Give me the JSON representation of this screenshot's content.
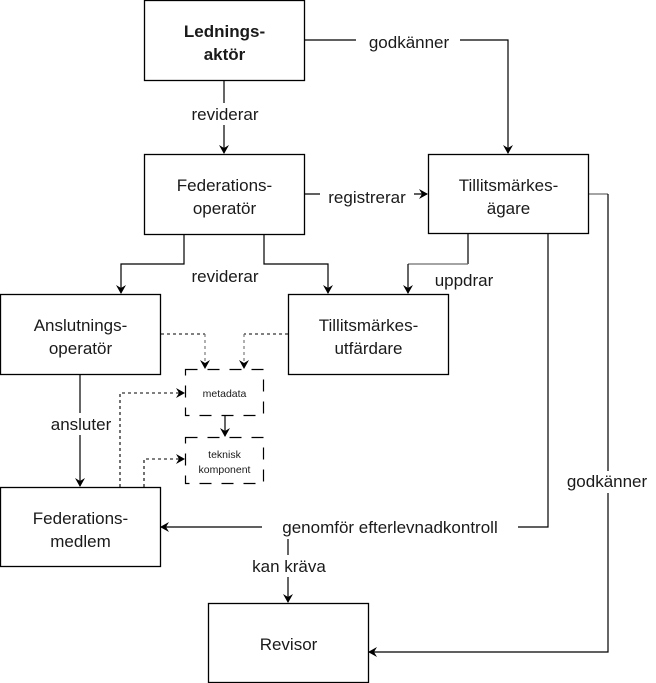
{
  "diagram": {
    "nodes": {
      "ledningsaktor": {
        "lines": [
          "Lednings-",
          "aktör"
        ],
        "bold": true
      },
      "federationsoperator": {
        "lines": [
          "Federations-",
          "operatör"
        ]
      },
      "tillitsmarkesagare": {
        "lines": [
          "Tillitsmärkes-",
          "ägare"
        ]
      },
      "anslutningsoperator": {
        "lines": [
          "Anslutnings-",
          "operatör"
        ]
      },
      "tillitsmarkesutfardare": {
        "lines": [
          "Tillitsmärkes-",
          "utfärdare"
        ]
      },
      "metadata": {
        "lines": [
          "metadata"
        ],
        "style": "dashed"
      },
      "teknisk_komponent": {
        "lines": [
          "teknisk",
          "komponent"
        ],
        "style": "dashed"
      },
      "federationsmedlem": {
        "lines": [
          "Federations-",
          "medlem"
        ]
      },
      "revisor": {
        "lines": [
          "Revisor"
        ]
      }
    },
    "edges": [
      {
        "from": "Ledningsaktör",
        "to": "Federationsoperatör",
        "label": "reviderar"
      },
      {
        "from": "Ledningsaktör",
        "to": "Tillitsmärkesägare",
        "label": "godkänner"
      },
      {
        "from": "Federationsoperatör",
        "to": "Tillitsmärkesägare",
        "label": "registrerar"
      },
      {
        "from": "Federationsoperatör",
        "to": [
          "Anslutningsoperatör",
          "Tillitsmärkesutfärdare"
        ],
        "label": "reviderar"
      },
      {
        "from": "Tillitsmärkesägare",
        "to": "Tillitsmärkesutfärdare",
        "label": "uppdrar"
      },
      {
        "from": "Anslutningsoperatör",
        "to": "Federationsmedlem",
        "label": "ansluter"
      },
      {
        "from": "Tillitsmärkesägare",
        "to": "Federationsmedlem",
        "label": "genomför efterlevnadkontroll"
      },
      {
        "from": "genomför efterlevnadkontroll",
        "to": "Revisor",
        "label": "kan kräva"
      },
      {
        "from": "Tillitsmärkesägare",
        "to": "Revisor",
        "label": "godkänner"
      },
      {
        "from": "Anslutningsoperatör",
        "to": "metadata",
        "label": "",
        "style": "dotted"
      },
      {
        "from": "Tillitsmärkesutfärdare",
        "to": "metadata",
        "label": "",
        "style": "dotted"
      },
      {
        "from": "Federationsmedlem",
        "to": "metadata",
        "label": "",
        "style": "dotted"
      },
      {
        "from": "Federationsmedlem",
        "to": "teknisk komponent",
        "label": "",
        "style": "dotted"
      },
      {
        "from": "metadata",
        "to": "teknisk komponent",
        "label": ""
      }
    ]
  }
}
